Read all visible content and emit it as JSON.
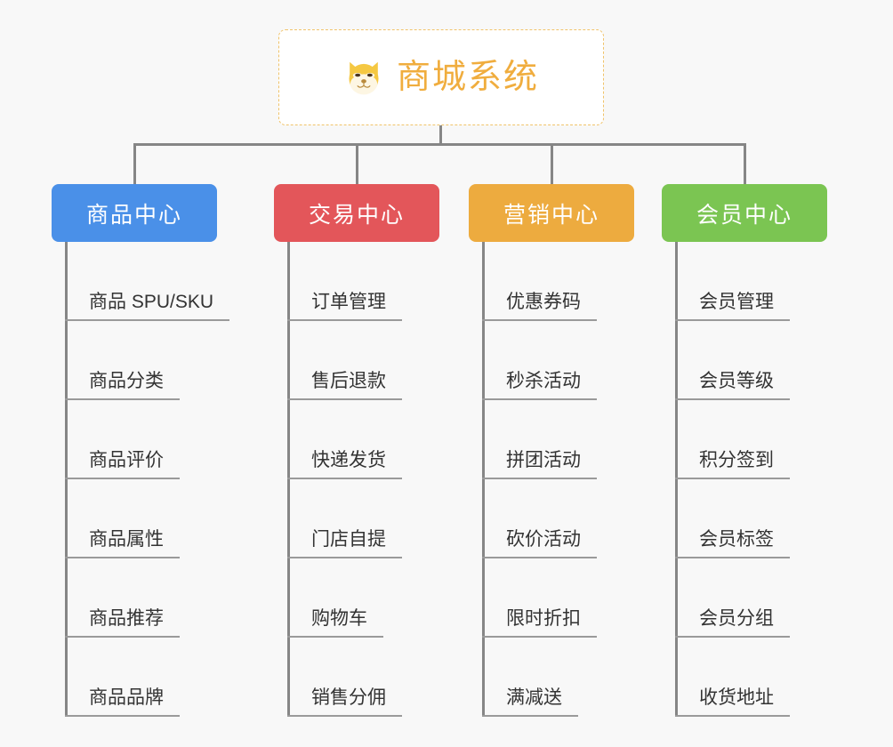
{
  "diagram": {
    "title": "商城系统",
    "root": {
      "label": "商城系统",
      "icon": "shiba-dog-face-icon",
      "text_color": "#f0ad3e",
      "border_color": "#f0c36a",
      "background": "#ffffff"
    },
    "background": "#f8f8f8",
    "connector_color": "#868686",
    "columns": [
      {
        "label": "商品中心",
        "color": "#4a90e8",
        "items": [
          "商品 SPU/SKU",
          "商品分类",
          "商品评价",
          "商品属性",
          "商品推荐",
          "商品品牌"
        ]
      },
      {
        "label": "交易中心",
        "color": "#e3565a",
        "items": [
          "订单管理",
          "售后退款",
          "快递发货",
          "门店自提",
          "购物车",
          "销售分佣"
        ]
      },
      {
        "label": "营销中心",
        "color": "#edab3f",
        "items": [
          "优惠券码",
          "秒杀活动",
          "拼团活动",
          "砍价活动",
          "限时折扣",
          "满减送"
        ]
      },
      {
        "label": "会员中心",
        "color": "#7bc552",
        "items": [
          "会员管理",
          "会员等级",
          "积分签到",
          "会员标签",
          "会员分组",
          "收货地址"
        ]
      }
    ]
  }
}
